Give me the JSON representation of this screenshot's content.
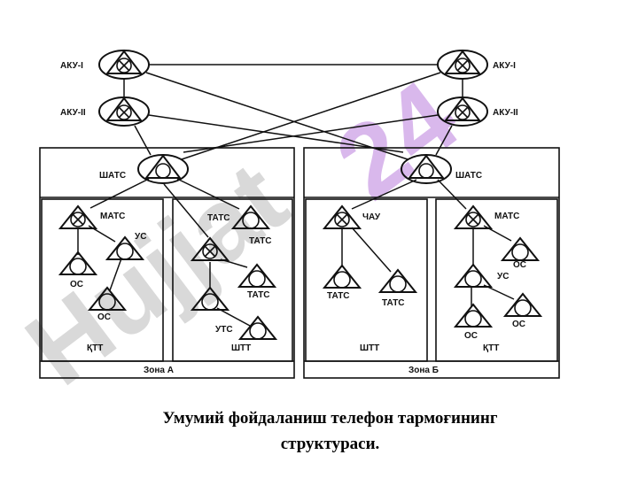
{
  "nodes": {
    "aku1_left": "АКУ-I",
    "aku2_left": "АКУ-II",
    "aku1_right": "АКУ-I",
    "aku2_right": "АКУ-II",
    "shats_left": "ШАТС",
    "shats_right": "ШАТС",
    "mats_a": "МАТС",
    "us_a": "УС",
    "os_a1": "ОС",
    "os_a2": "ОС",
    "tats_a1": "ТАТС",
    "tats_a2": "ТАТС",
    "tats_a3": "ТАТС",
    "uts_a": "УТС",
    "chau": "ЧАУ",
    "tats_b1": "ТАТС",
    "tats_b2": "ТАТС",
    "mats_b": "МАТС",
    "os_b1": "ОС",
    "us_b": "УС",
    "os_b2": "ОС",
    "os_b3": "ОС"
  },
  "areas": {
    "ktt_a": "ҚТТ",
    "shtt_a": "ШТТ",
    "shtt_b": "ШТТ",
    "ktt_b": "ҚТТ",
    "zone_a": "Зона А",
    "zone_b": "Зона Б"
  },
  "watermark": {
    "left": "Hujjat",
    "right": "24",
    "left_color": "#d9d9d9",
    "right_color": "#d9b8ec"
  },
  "caption": {
    "line1": "Умумий фойдаланиш телефон тармоғининг",
    "line2": "структураси."
  }
}
